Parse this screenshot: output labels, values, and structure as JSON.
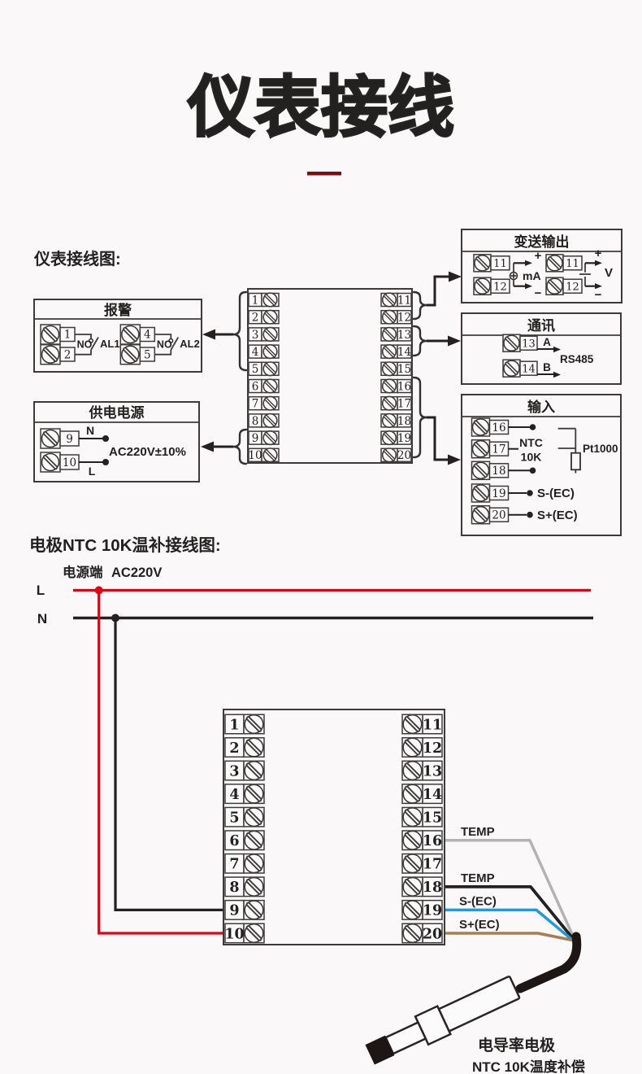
{
  "title": "仪表接线",
  "colors": {
    "red": "#e60013",
    "line": "#262121",
    "stroke": "#3f3a39",
    "gray": "#b3b3b3",
    "blue": "#1f9cd8",
    "brown": "#a87d4f",
    "underline": "#7d0d10",
    "text": "#232020"
  },
  "section1": {
    "heading": "仪表接线图:",
    "alarm": {
      "title": "报警",
      "channels": [
        {
          "t_top": "1",
          "t_bottom": "2",
          "contact": "NO",
          "label": "AL1"
        },
        {
          "t_top": "4",
          "t_bottom": "5",
          "contact": "NO",
          "label": "AL2"
        }
      ]
    },
    "power": {
      "title": "供电电源",
      "t_top": "9",
      "t_bottom": "10",
      "top_label": "N",
      "bottom_label": "L",
      "spec": "AC220V±10%"
    },
    "block": {
      "left": [
        "1",
        "2",
        "3",
        "4",
        "5",
        "6",
        "7",
        "8",
        "9",
        "10"
      ],
      "right": [
        "11",
        "12",
        "13",
        "14",
        "15",
        "16",
        "17",
        "18",
        "19",
        "20"
      ]
    },
    "output": {
      "title": "变送输出",
      "current": {
        "t_top": "11",
        "t_bottom": "12",
        "plus": "+",
        "minus": "−",
        "unit": "mA"
      },
      "volt": {
        "t_top": "11",
        "t_bottom": "12",
        "plus": "+",
        "minus": "−",
        "unit": "V"
      }
    },
    "comm": {
      "title": "通讯",
      "t_top": "13",
      "t_bottom": "14",
      "a_label": "A",
      "b_label": "B",
      "protocol": "RS485"
    },
    "input": {
      "title": "输入",
      "t16": "16",
      "t17": "17",
      "t18": "18",
      "t19": "19",
      "t20": "20",
      "ntc_1": "NTC",
      "ntc_2": "10K",
      "pt": "Pt1000",
      "s_minus": "S-(EC)",
      "s_plus": "S+(EC)"
    }
  },
  "section2": {
    "heading": "电极NTC 10K温补接线图:",
    "source_label": "电源端",
    "source_voltage": "AC220V",
    "l_label": "L",
    "n_label": "N",
    "block": {
      "left": [
        "1",
        "2",
        "3",
        "4",
        "5",
        "6",
        "7",
        "8",
        "9",
        "10"
      ],
      "right": [
        "11",
        "12",
        "13",
        "14",
        "15",
        "16",
        "17",
        "18",
        "19",
        "20"
      ]
    },
    "labels": {
      "temp_16": "TEMP",
      "temp_18": "TEMP",
      "s_minus": "S-(EC)",
      "s_plus": "S+(EC)"
    },
    "electrode": "电导率电极",
    "compensation": "NTC 10K温度补偿"
  }
}
